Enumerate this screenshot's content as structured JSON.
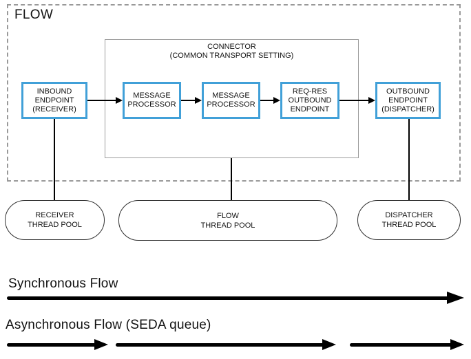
{
  "diagram": {
    "title": "FLOW",
    "connector": {
      "title": "CONNECTOR",
      "subtitle": "(COMMON TRANSPORT SETTING)"
    },
    "nodes": {
      "inbound": {
        "label": "INBOUND\nENDPOINT\n(RECEIVER)"
      },
      "mp1": {
        "label": "MESSAGE\nPROCESSOR"
      },
      "mp2": {
        "label": "MESSAGE\nPROCESSOR"
      },
      "reqres": {
        "label": "REQ-RES\nOUTBOUND\nENDPOINT"
      },
      "outbound": {
        "label": "OUTBOUND\nENDPOINT\n(DISPATCHER)"
      }
    },
    "pools": {
      "receiver": {
        "label": "RECEIVER\nTHREAD POOL"
      },
      "flow": {
        "label": "FLOW\nTHREAD POOL"
      },
      "dispatcher": {
        "label": "DISPATCHER\nTHREAD POOL"
      }
    }
  },
  "legend": {
    "synchronous_label": "Synchronous Flow",
    "asynchronous_label": "Asynchronous Flow (SEDA queue)"
  },
  "colors": {
    "node_border": "#41a0d8",
    "boundary_dash": "#999999",
    "connector_border": "#9b9b9b",
    "pool_border": "#2f2f2f",
    "arrow": "#000000",
    "text": "#111111"
  }
}
